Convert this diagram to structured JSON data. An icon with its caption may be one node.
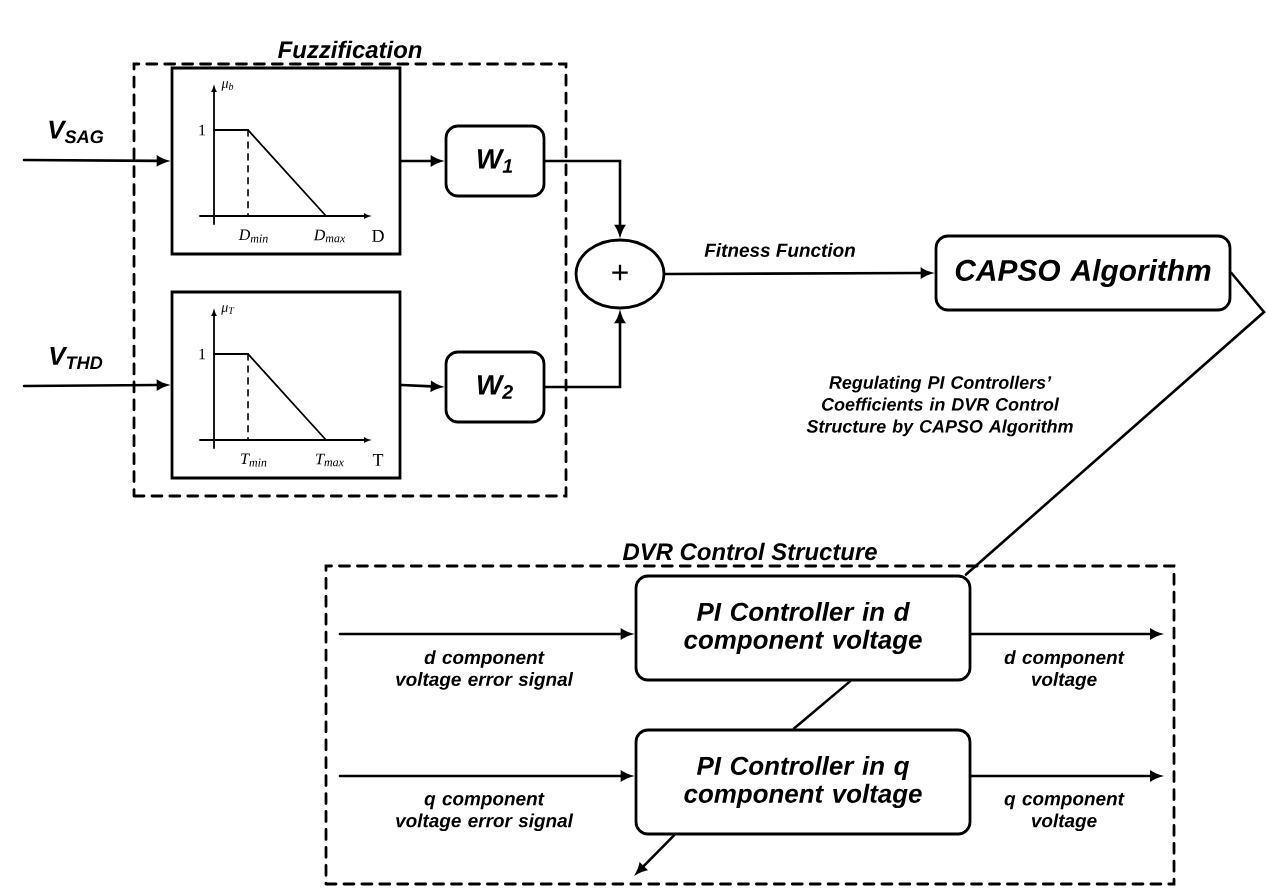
{
  "diagram": {
    "nodes": [
      {
        "text": [
          "Fuzzification"
        ]
      },
      {
        "text": [],
        "shape": "box",
        "in": 0
      },
      {
        "text": [],
        "shape": "box",
        "in": 0
      },
      {
        "text": [
          "W$_{1}$"
        ],
        "in": 0
      },
      {
        "text": [
          "W$_{2}$"
        ],
        "in": 0
      },
      {
        "text": [
          "+"
        ]
      },
      {
        "text": [
          "CAPSO Algorithm"
        ]
      },
      {
        "text": [
          "DVR Control Structure"
        ]
      },
      {
        "text": [
          "PI Controller in d component voltage"
        ],
        "in": 7
      },
      {
        "text": [
          "PI Controller in q component voltage"
        ],
        "in": 7
      }
    ],
    "edges": [
      {
        "from": null,
        "to": 1,
        "arrow": "to",
        "label": "V$_{SAG}$"
      },
      {
        "from": null,
        "to": 2,
        "arrow": "to",
        "label": "V$_{THD}$"
      },
      {
        "from": 1,
        "to": 3,
        "arrow": "to"
      },
      {
        "from": 2,
        "to": 4,
        "arrow": "to"
      },
      {
        "from": 3,
        "to": 5,
        "arrow": "to"
      },
      {
        "from": 4,
        "to": 5,
        "arrow": "to"
      },
      {
        "from": 5,
        "to": 6,
        "arrow": "to",
        "label": "Fitness Function"
      },
      {
        "from": 6,
        "to": 8,
        "arrow": "none"
      },
      {
        "from": 8,
        "to": 9,
        "arrow": "none"
      },
      {
        "from": 9,
        "to": null,
        "arrow": "to"
      },
      {
        "from": null,
        "to": 8,
        "arrow": "to",
        "label": "d component voltage error signal"
      },
      {
        "from": 8,
        "to": null,
        "arrow": "to",
        "label": "d component voltage"
      },
      {
        "from": null,
        "to": 9,
        "arrow": "to",
        "label": "q component voltage error signal"
      },
      {
        "from": 9,
        "to": null,
        "arrow": "to",
        "label": "q component voltage"
      }
    ],
    "labels": [
      "μ$_{b}$",
      "1",
      "D$_{min}$",
      "D$_{max}$",
      "D",
      "μ$_{T}$",
      "1",
      "T$_{min}$",
      "T$_{max}$",
      "T",
      "Regulating PI Controllers’ Coefficients in DVR Control Structure by CAPSO Algorithm"
    ]
  }
}
